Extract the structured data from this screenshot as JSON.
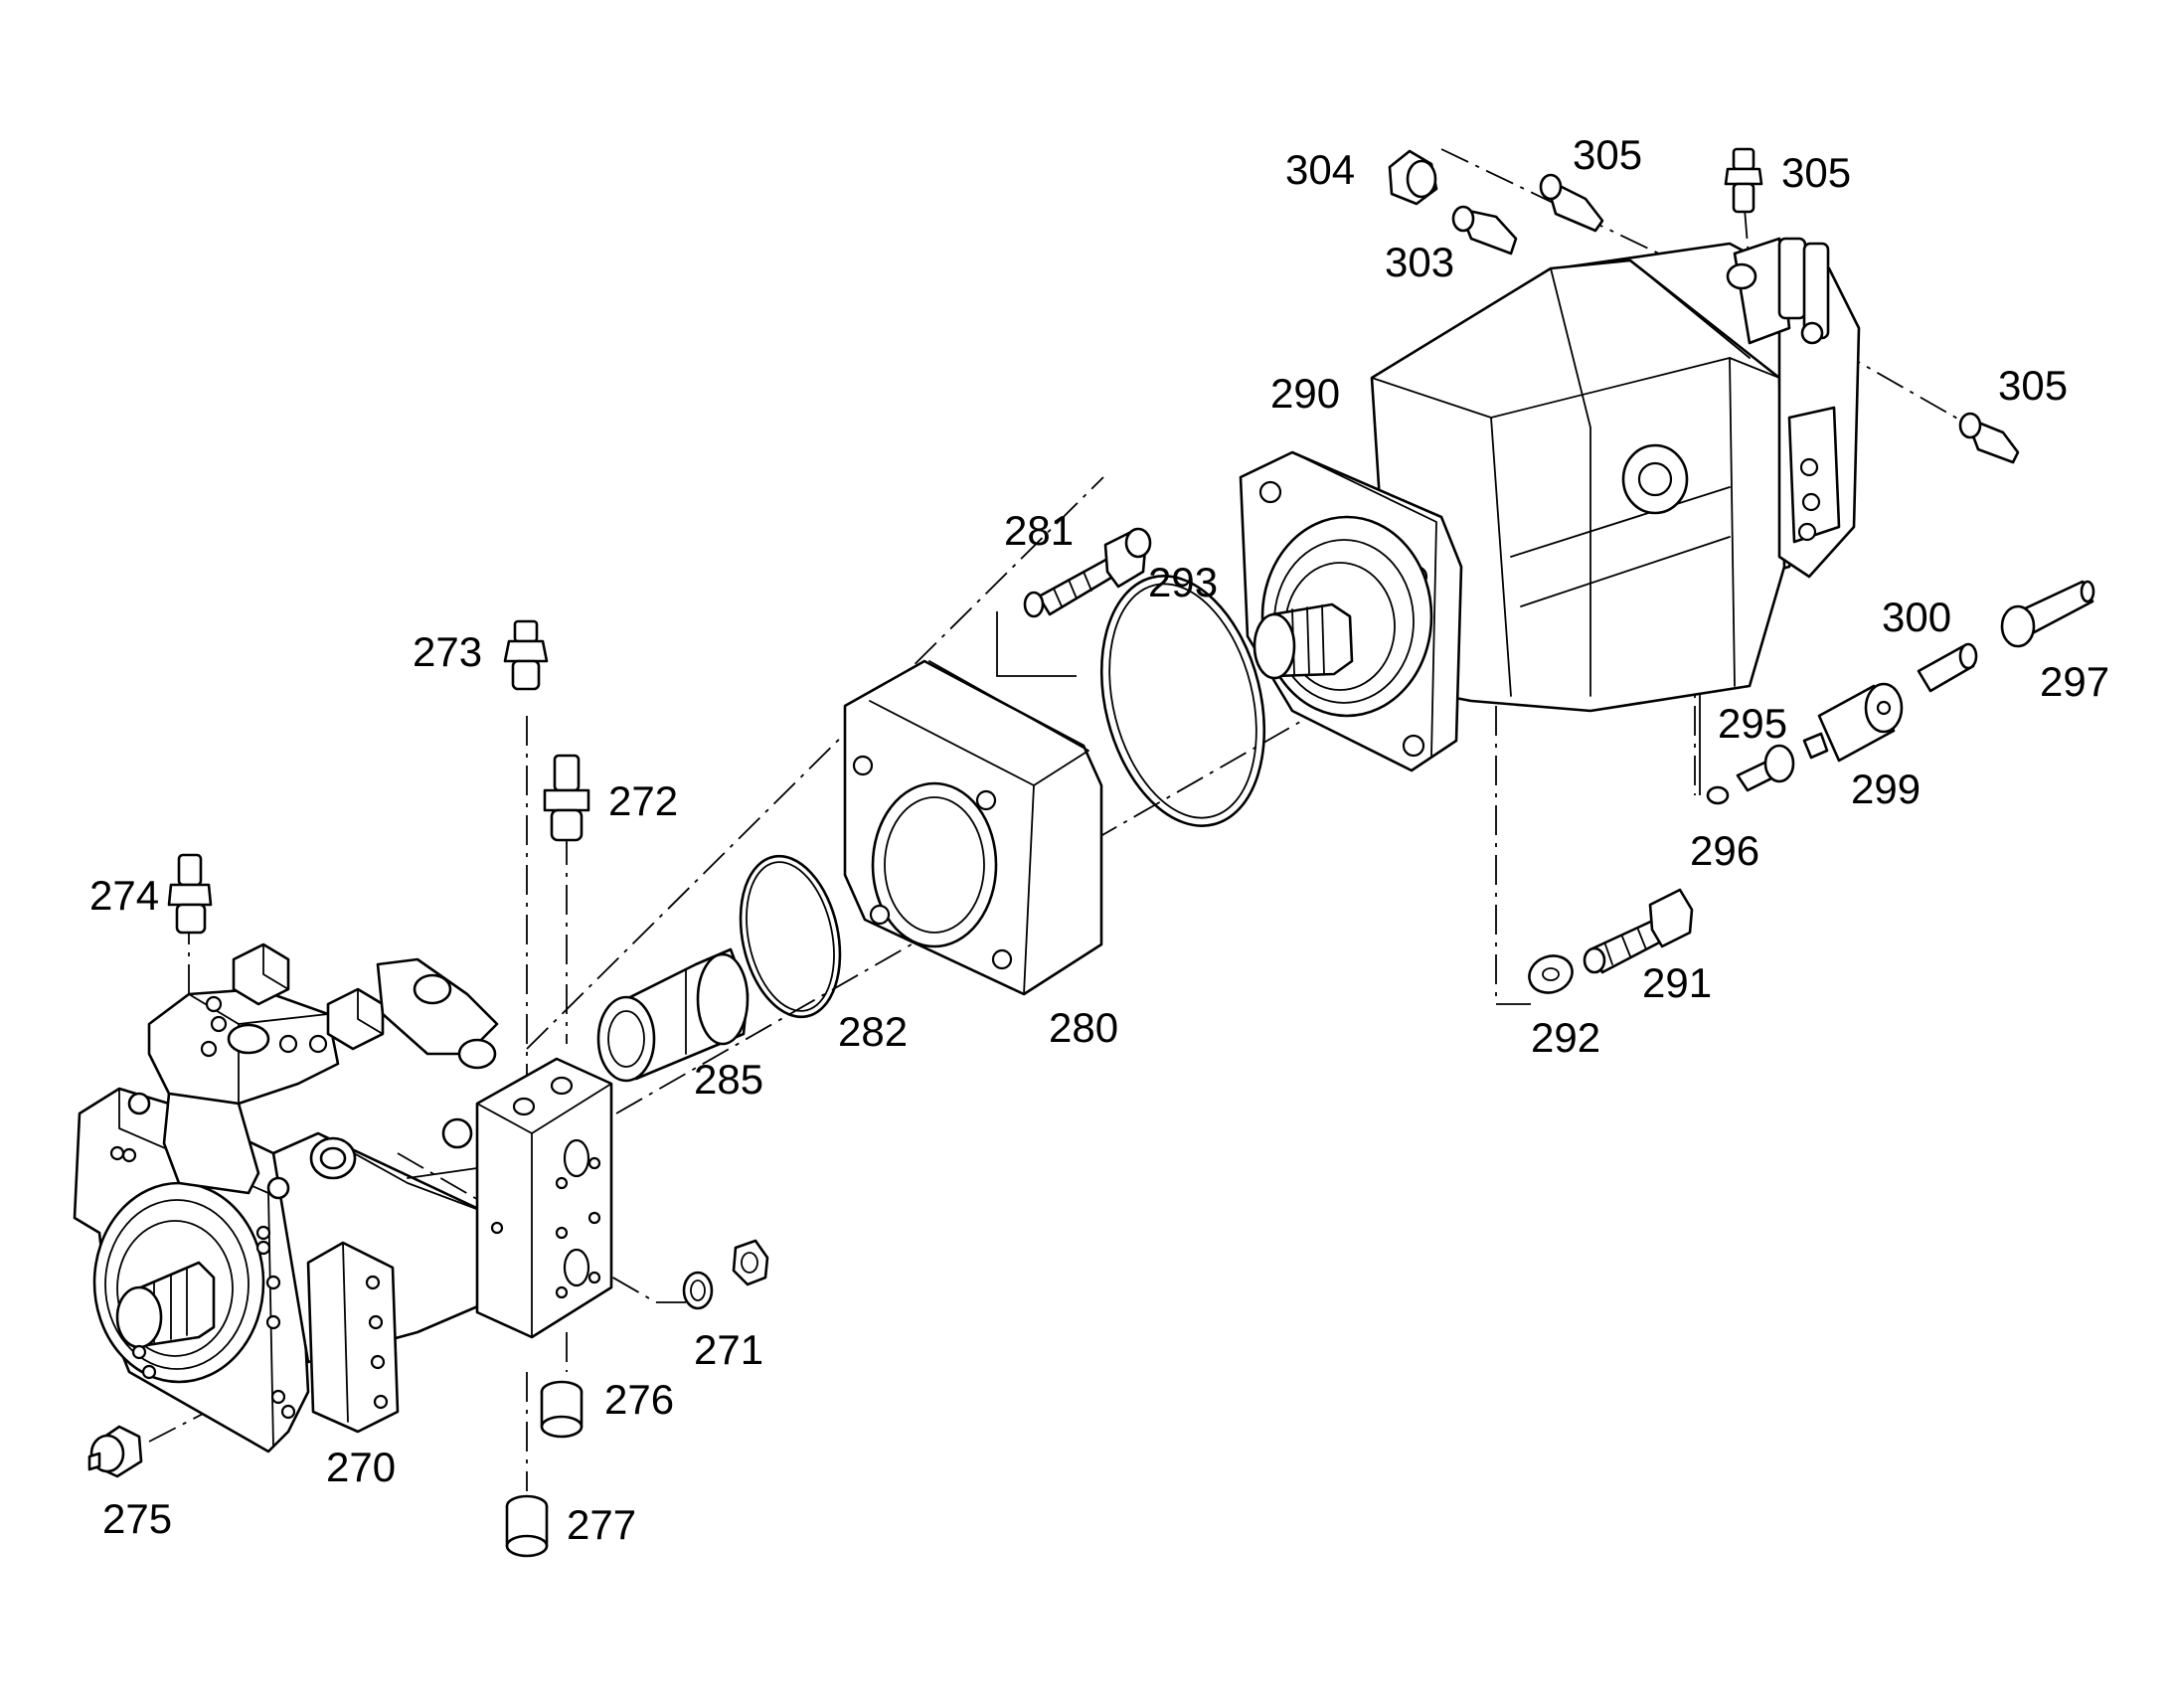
{
  "callouts": {
    "p270": "270",
    "p271": "271",
    "p272": "272",
    "p273": "273",
    "p274": "274",
    "p275": "275",
    "p276": "276",
    "p277": "277",
    "p280": "280",
    "p281": "281",
    "p282": "282",
    "p285": "285",
    "p290": "290",
    "p291": "291",
    "p292": "292",
    "p293": "293",
    "p295": "295",
    "p296": "296",
    "p297": "297",
    "p299": "299",
    "p300": "300",
    "p303": "303",
    "p304": "304",
    "p305a": "305",
    "p305b": "305",
    "p305c": "305"
  }
}
